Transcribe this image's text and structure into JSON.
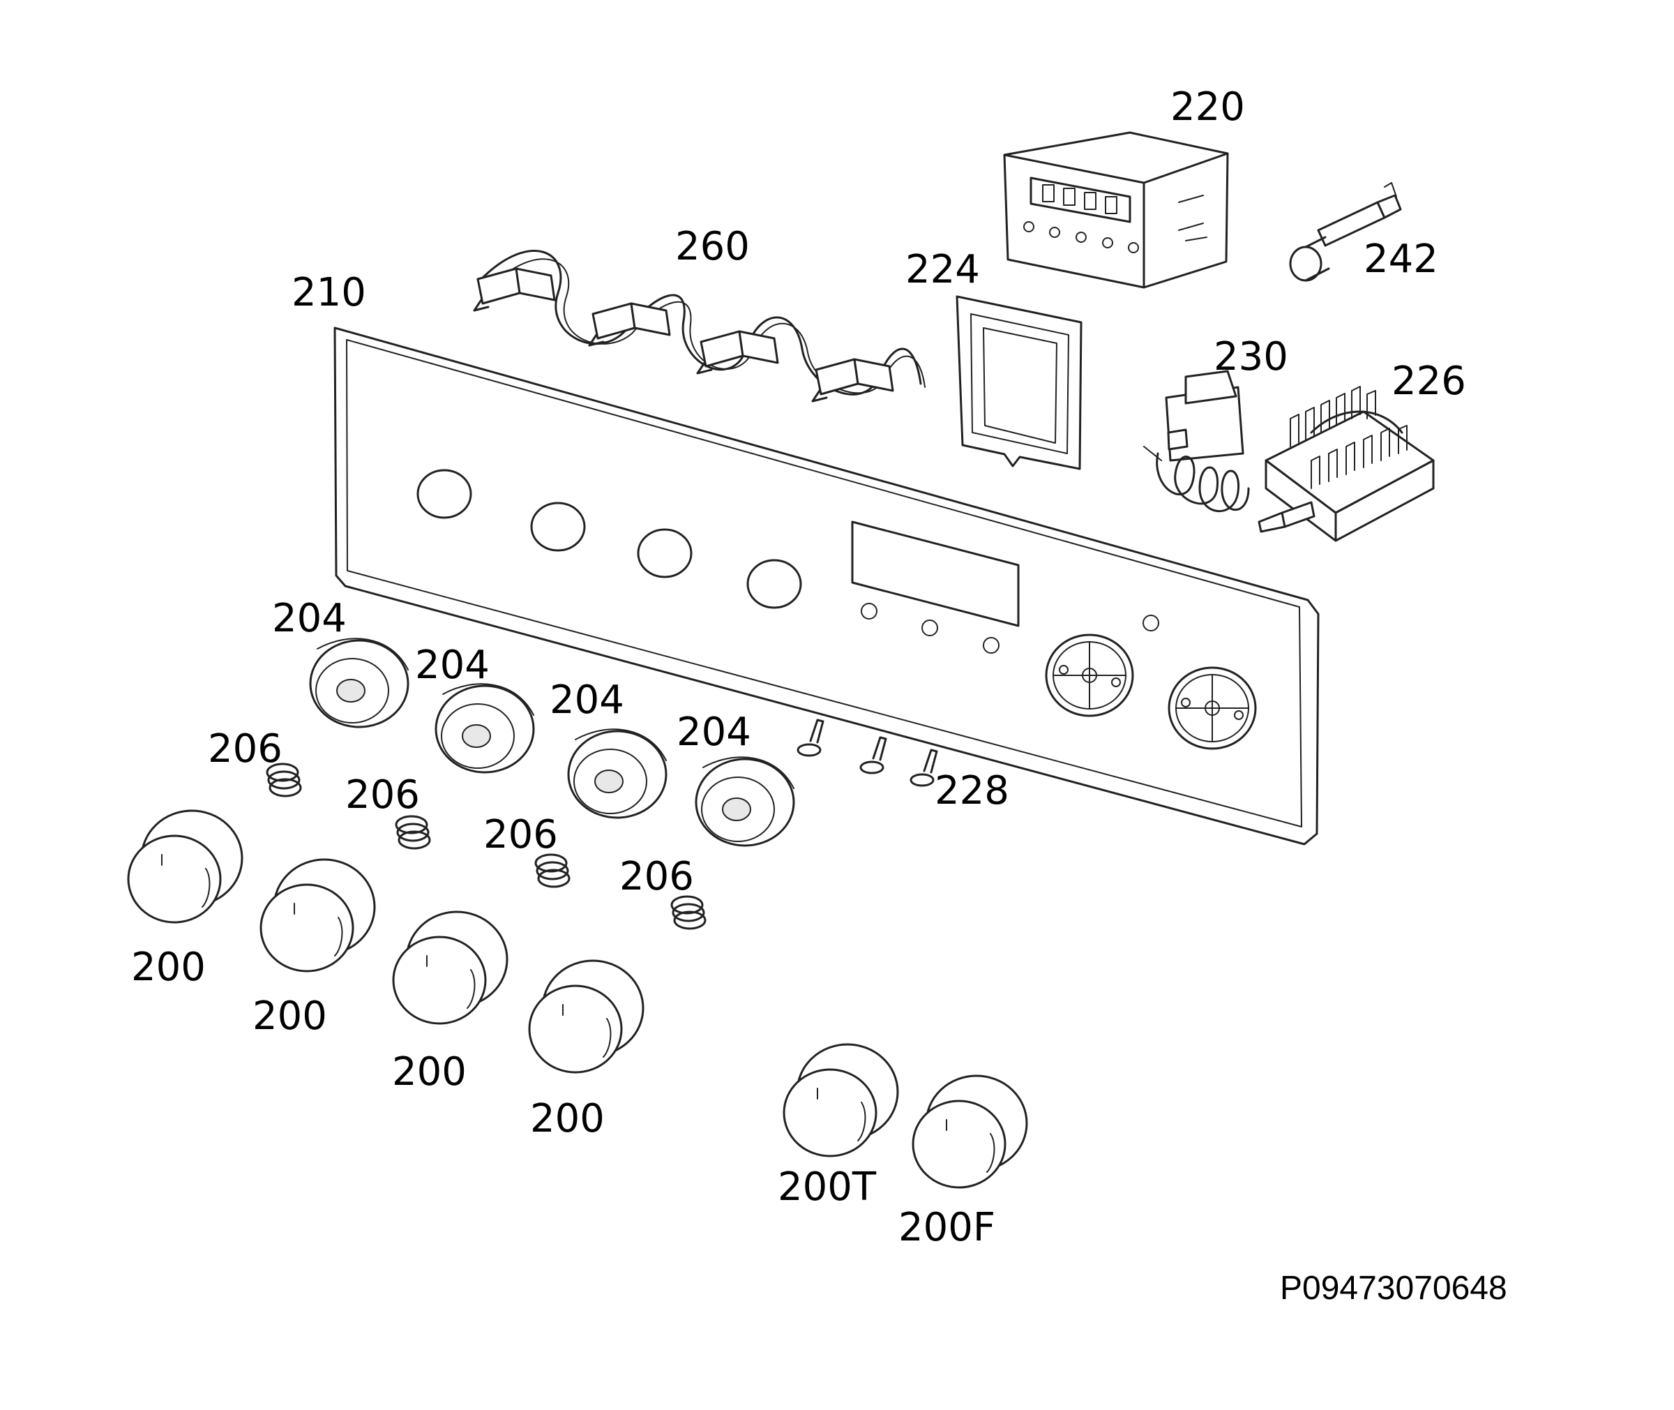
{
  "diagram": {
    "reference_code": "P09473070648",
    "labels": {
      "control_panel": "210",
      "wire_harness": "260",
      "display_module": "220",
      "display_window": "224",
      "igniter_switch": "242",
      "thermostat": "230",
      "selector_switch": "226",
      "bezel_1": "204",
      "bezel_2": "204",
      "bezel_3": "204",
      "bezel_4": "204",
      "spring_1": "206",
      "spring_2": "206",
      "spring_3": "206",
      "spring_4": "206",
      "screw": "228",
      "knob_1": "200",
      "knob_2": "200",
      "knob_3": "200",
      "knob_4": "200",
      "knob_thermostat": "200T",
      "knob_function": "200F"
    }
  }
}
